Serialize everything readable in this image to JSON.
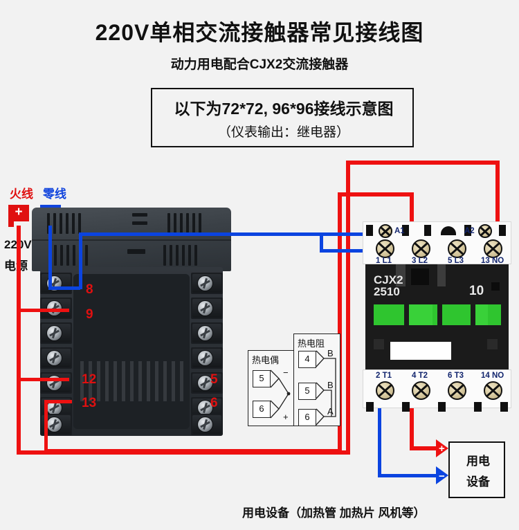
{
  "title": "220V单相交流接触器常见接线图",
  "subtitle": "动力用电配合CJX2交流接触器",
  "note": {
    "line1": "以下为72*72, 96*96接线示意图",
    "line2": "（仪表输出：继电器）"
  },
  "power": {
    "live_label": "火线",
    "neutral_label": "零线",
    "plus_symbol": "+",
    "minus_symbol": "−",
    "voltage": "220V",
    "source_label": "电源"
  },
  "controller": {
    "terminals": [
      {
        "id": "8",
        "label": "8"
      },
      {
        "id": "9",
        "label": "9"
      },
      {
        "id": "12",
        "label": "12"
      },
      {
        "id": "13",
        "label": "13"
      },
      {
        "id": "5",
        "label": "5"
      },
      {
        "id": "6",
        "label": "6"
      }
    ]
  },
  "thermocouple": {
    "caption": "热电偶",
    "terminals": [
      {
        "num": "5",
        "sign": "−"
      },
      {
        "num": "6",
        "sign": "+"
      }
    ]
  },
  "rtd": {
    "caption": "热电阻",
    "terminals": [
      {
        "num": "4",
        "sign": "B"
      },
      {
        "num": "5",
        "sign": "B"
      },
      {
        "num": "6",
        "sign": "A"
      }
    ]
  },
  "contactor": {
    "model": "CJX2",
    "model_sub": "2510",
    "rating": "10",
    "top_terminals": [
      {
        "num": "1",
        "name": "L1"
      },
      {
        "num": "3",
        "name": "L2"
      },
      {
        "num": "5",
        "name": "L3"
      },
      {
        "num": "13",
        "name": "NO"
      }
    ],
    "coil_terminals": [
      {
        "name": "A1"
      },
      {
        "name": "A2"
      }
    ],
    "bottom_terminals": [
      {
        "num": "2",
        "name": "T1"
      },
      {
        "num": "4",
        "name": "T2"
      },
      {
        "num": "6",
        "name": "T3"
      },
      {
        "num": "14",
        "name": "NO"
      }
    ]
  },
  "load": {
    "line1": "用电",
    "line2": "设备",
    "plus_symbol": "+",
    "minus_symbol": "−"
  },
  "caption": "用电设备（加热管 加热片 风机等）",
  "colors": {
    "live_red": "#ee1111",
    "neutral_blue": "#0b44e0",
    "terminal_number_red": "#e01010",
    "contactor_label_blue": "#12256e",
    "contact_green": "#2fc52f",
    "background": "#f2f2f2"
  }
}
